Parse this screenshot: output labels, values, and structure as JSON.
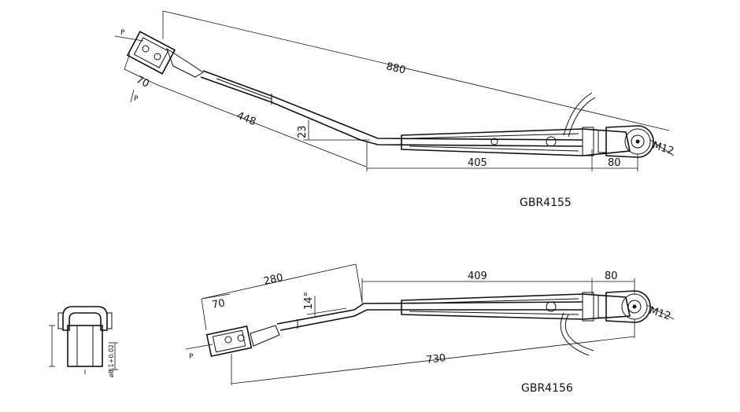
{
  "arm_top": {
    "model": "GBR4155",
    "dim_overall": "880",
    "dim_blade_end": "70",
    "dim_arm_length": "448",
    "dim_offset": "23",
    "dim_pivot_section": "405",
    "dim_pivot_end": "80",
    "thread": "M12",
    "section_marker": "P"
  },
  "arm_bottom": {
    "model": "GBR4156",
    "dim_overall": "730",
    "dim_blade_end": "70",
    "dim_arm_length": "280",
    "dim_angle": "14°",
    "dim_pivot_section": "409",
    "dim_pivot_end": "80",
    "thread": "M12",
    "section_marker": "P"
  },
  "section_view": {
    "dim_bore": "ø8.1+0.02"
  }
}
